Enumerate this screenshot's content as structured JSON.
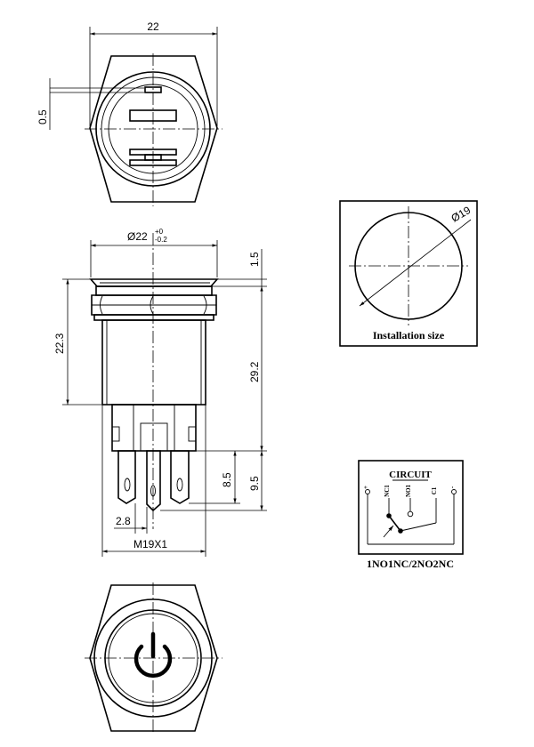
{
  "top_view": {
    "width_dim": "22",
    "gap_dim": "0.5"
  },
  "side_view": {
    "diameter_dim": "Ø22",
    "tol_upper": "+0",
    "tol_lower": "-0.2",
    "bezel_dim": "1.5",
    "body_dim": "22.3",
    "total_dim": "29.2",
    "terminal_dim": "8.5",
    "terminal_total_dim": "9.5",
    "pin_width_dim": "2.8",
    "thread_dim": "M19X1"
  },
  "installation": {
    "diameter_dim": "Ø19",
    "caption": "Installation size"
  },
  "circuit": {
    "title": "CIRCUIT",
    "pins": [
      "+",
      "NC1",
      "NO1",
      "C1",
      "-"
    ],
    "caption": "1NO1NC/2NO2NC"
  },
  "front_view": {
    "icon": "power-symbol-icon"
  }
}
